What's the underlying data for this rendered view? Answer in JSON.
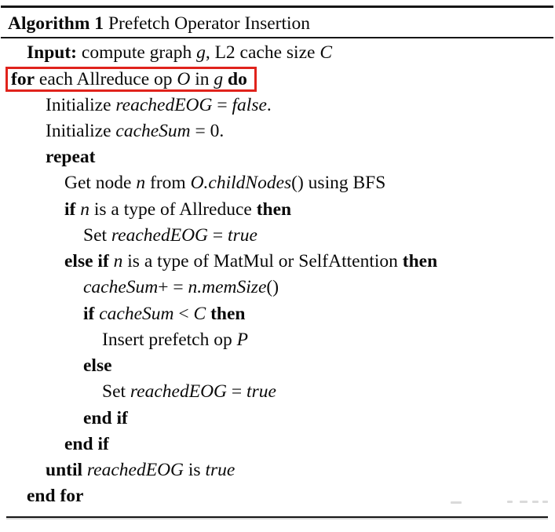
{
  "algorithm": {
    "header": {
      "label": "Algorithm 1",
      "title": " Prefetch Operator Insertion"
    },
    "lines": [
      {
        "level": 1,
        "boxed": false,
        "segments": [
          {
            "s": "b",
            "t": "Input:"
          },
          {
            "s": "n",
            "t": " compute graph "
          },
          {
            "s": "i",
            "t": "g"
          },
          {
            "s": "n",
            "t": ", L2 cache size "
          },
          {
            "s": "i",
            "t": "C"
          }
        ]
      },
      {
        "level": 1,
        "boxed": true,
        "segments": [
          {
            "s": "b",
            "t": "for"
          },
          {
            "s": "n",
            "t": " each Allreduce op "
          },
          {
            "s": "i",
            "t": "O"
          },
          {
            "s": "n",
            "t": " in "
          },
          {
            "s": "i",
            "t": "g"
          },
          {
            "s": "n",
            "t": " "
          },
          {
            "s": "b",
            "t": "do"
          }
        ]
      },
      {
        "level": 2,
        "boxed": false,
        "segments": [
          {
            "s": "n",
            "t": "Initialize "
          },
          {
            "s": "i",
            "t": "reachedEOG"
          },
          {
            "s": "n",
            "t": " = "
          },
          {
            "s": "i",
            "t": "false"
          },
          {
            "s": "n",
            "t": "."
          }
        ]
      },
      {
        "level": 2,
        "boxed": false,
        "segments": [
          {
            "s": "n",
            "t": "Initialize "
          },
          {
            "s": "i",
            "t": "cacheSum"
          },
          {
            "s": "n",
            "t": " = 0."
          }
        ]
      },
      {
        "level": 2,
        "boxed": false,
        "segments": [
          {
            "s": "b",
            "t": "repeat"
          }
        ]
      },
      {
        "level": 3,
        "boxed": false,
        "segments": [
          {
            "s": "n",
            "t": "Get node "
          },
          {
            "s": "i",
            "t": "n"
          },
          {
            "s": "n",
            "t": " from "
          },
          {
            "s": "i",
            "t": "O.childNodes"
          },
          {
            "s": "n",
            "t": "() using BFS"
          }
        ]
      },
      {
        "level": 3,
        "boxed": false,
        "segments": [
          {
            "s": "b",
            "t": "if"
          },
          {
            "s": "n",
            "t": " "
          },
          {
            "s": "i",
            "t": "n"
          },
          {
            "s": "n",
            "t": " is a type of Allreduce "
          },
          {
            "s": "b",
            "t": "then"
          }
        ]
      },
      {
        "level": 4,
        "boxed": false,
        "segments": [
          {
            "s": "n",
            "t": "Set "
          },
          {
            "s": "i",
            "t": "reachedEOG"
          },
          {
            "s": "n",
            "t": " = "
          },
          {
            "s": "i",
            "t": "true"
          }
        ]
      },
      {
        "level": 3,
        "boxed": false,
        "segments": [
          {
            "s": "b",
            "t": "else if"
          },
          {
            "s": "n",
            "t": " "
          },
          {
            "s": "i",
            "t": "n"
          },
          {
            "s": "n",
            "t": " is a type of MatMul or SelfAttention "
          },
          {
            "s": "b",
            "t": "then"
          }
        ]
      },
      {
        "level": 4,
        "boxed": false,
        "segments": [
          {
            "s": "i",
            "t": "cacheSum"
          },
          {
            "s": "n",
            "t": "+ = "
          },
          {
            "s": "i",
            "t": "n.memSize"
          },
          {
            "s": "n",
            "t": "()"
          }
        ]
      },
      {
        "level": 4,
        "boxed": false,
        "segments": [
          {
            "s": "b",
            "t": "if"
          },
          {
            "s": "n",
            "t": " "
          },
          {
            "s": "i",
            "t": "cacheSum"
          },
          {
            "s": "n",
            "t": " < "
          },
          {
            "s": "i",
            "t": "C"
          },
          {
            "s": "n",
            "t": " "
          },
          {
            "s": "b",
            "t": "then"
          }
        ]
      },
      {
        "level": 5,
        "boxed": false,
        "segments": [
          {
            "s": "n",
            "t": "Insert prefetch op "
          },
          {
            "s": "i",
            "t": "P"
          }
        ]
      },
      {
        "level": 4,
        "boxed": false,
        "segments": [
          {
            "s": "b",
            "t": "else"
          }
        ]
      },
      {
        "level": 5,
        "boxed": false,
        "segments": [
          {
            "s": "n",
            "t": "Set "
          },
          {
            "s": "i",
            "t": "reachedEOG"
          },
          {
            "s": "n",
            "t": " = "
          },
          {
            "s": "i",
            "t": "true"
          }
        ]
      },
      {
        "level": 4,
        "boxed": false,
        "segments": [
          {
            "s": "b",
            "t": "end if"
          }
        ]
      },
      {
        "level": 3,
        "boxed": false,
        "segments": [
          {
            "s": "b",
            "t": "end if"
          }
        ]
      },
      {
        "level": 2,
        "boxed": false,
        "segments": [
          {
            "s": "b",
            "t": "until"
          },
          {
            "s": "n",
            "t": " "
          },
          {
            "s": "i",
            "t": "reachedEOG"
          },
          {
            "s": "n",
            "t": " is "
          },
          {
            "s": "i",
            "t": "true"
          }
        ]
      },
      {
        "level": 1,
        "boxed": false,
        "segments": [
          {
            "s": "b",
            "t": "end for"
          }
        ]
      }
    ]
  },
  "colors": {
    "text": "#0a0a0a",
    "rule": "#161616",
    "highlight_border": "#e0231c"
  }
}
